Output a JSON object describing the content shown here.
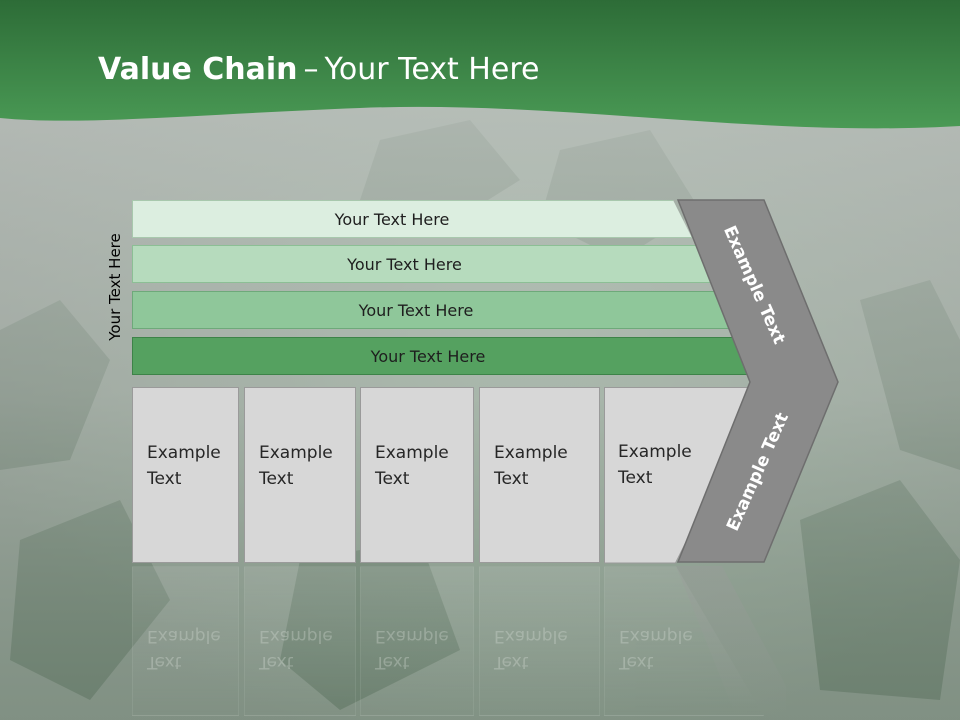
{
  "slide": {
    "title_bold": "Value Chain",
    "title_separator": "–",
    "title_rest": "Your Text Here",
    "side_label": "Your Text Here"
  },
  "bars": [
    {
      "label": "Your Text Here",
      "color": "#dceee0"
    },
    {
      "label": "Your Text Here",
      "color": "#b6dbbd"
    },
    {
      "label": "Your Text Here",
      "color": "#8fc79a"
    },
    {
      "label": "Your Text Here",
      "color": "#55a160"
    }
  ],
  "boxes": [
    {
      "line1": "Example",
      "line2": "Text"
    },
    {
      "line1": "Example",
      "line2": "Text"
    },
    {
      "line1": "Example",
      "line2": "Text"
    },
    {
      "line1": "Example",
      "line2": "Text"
    },
    {
      "line1": "Example",
      "line2": "Text"
    }
  ],
  "chevron": {
    "upper_label": "Example Text",
    "lower_label": "Example Text",
    "color": "#8a8a8a"
  },
  "colors": {
    "header_green": "#3f8f4c",
    "background_gray": "#b9bdba"
  }
}
